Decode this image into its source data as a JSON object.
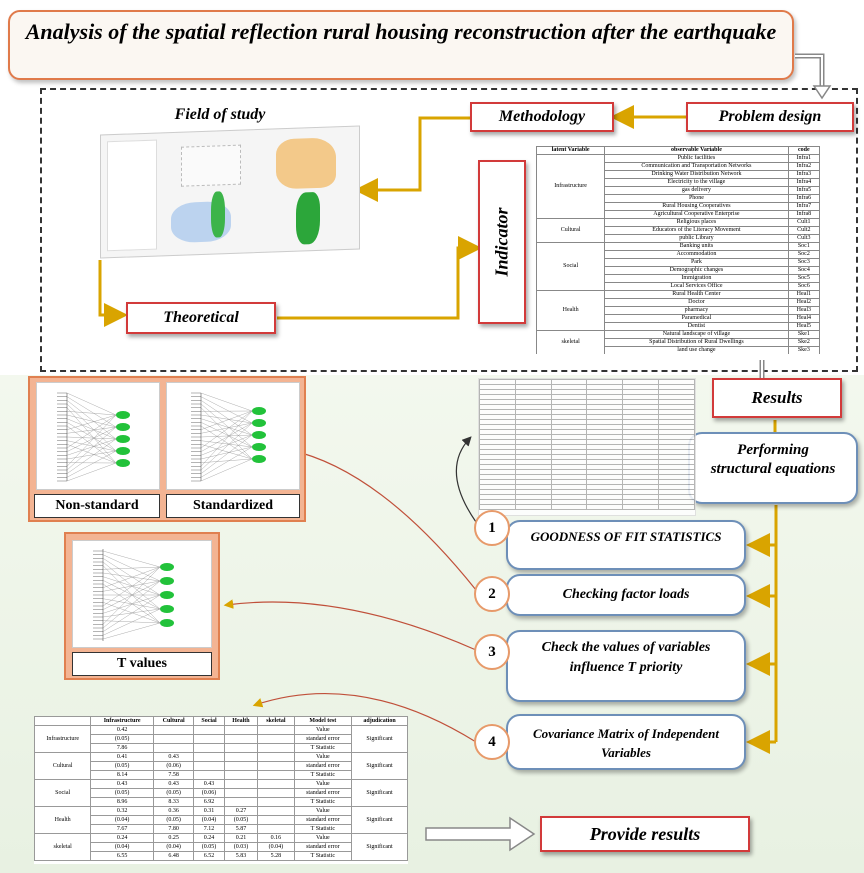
{
  "title": "Analysis of the spatial reflection rural housing reconstruction after the earthquake",
  "problem_design": "Problem design",
  "methodology": "Methodology",
  "field_of_study": "Field of study",
  "theoretical": "Theoretical",
  "indicator": "Indicator",
  "results": "Results",
  "performing": "Performing structural equations",
  "provide_results": "Provide results",
  "steps": [
    {
      "num": "1",
      "label": "GOODNESS OF FIT STATISTICS"
    },
    {
      "num": "2",
      "label": "Checking factor loads"
    },
    {
      "num": "3",
      "label": "Check the values of variables influence T priority"
    },
    {
      "num": "4",
      "label": "Covariance Matrix of Independent Variables"
    }
  ],
  "panels": {
    "nonstandard": "Non-standard",
    "standardized": "Standardized",
    "tvalues": "T values"
  },
  "indicator_table": {
    "headers": [
      "latent Variable",
      "observable Variable",
      "code"
    ],
    "groups": [
      {
        "latent": "Infrastructure",
        "rows": [
          [
            "Public facilities",
            "Infra1"
          ],
          [
            "Communication and Transportation Networks",
            "Infra2"
          ],
          [
            "Drinking Water Distribution Network",
            "Infra3"
          ],
          [
            "Electricity to the village",
            "Infra4"
          ],
          [
            "gas delivery",
            "Infra5"
          ],
          [
            "Phone",
            "Infra6"
          ],
          [
            "Rural Housing Cooperatives",
            "Infra7"
          ],
          [
            "Agricultural Cooperative Enterprise",
            "Infra8"
          ]
        ]
      },
      {
        "latent": "Cultural",
        "rows": [
          [
            "Religious places",
            "Cult1"
          ],
          [
            "Educators of the Literacy Movement",
            "Cult2"
          ],
          [
            "public Library",
            "Cult3"
          ]
        ]
      },
      {
        "latent": "Social",
        "rows": [
          [
            "Banking units",
            "Soc1"
          ],
          [
            "Accommodation",
            "Soc2"
          ],
          [
            "Park",
            "Soc3"
          ],
          [
            "Demographic changes",
            "Soc4"
          ],
          [
            "Immigration",
            "Soc5"
          ],
          [
            "Local Services Office",
            "Soc6"
          ]
        ]
      },
      {
        "latent": "Health",
        "rows": [
          [
            "Rural Health Center",
            "Heal1"
          ],
          [
            "Doctor",
            "Heal2"
          ],
          [
            "pharmacy",
            "Heal3"
          ],
          [
            "Paramedical",
            "Heal4"
          ],
          [
            "Dentist",
            "Heal5"
          ]
        ]
      },
      {
        "latent": "skeletal",
        "rows": [
          [
            "Natural landscape of village",
            "Ske1"
          ],
          [
            "Spatial Distribution of Rural Dwellings",
            "Ske2"
          ],
          [
            "land use change",
            "Ske3"
          ]
        ]
      }
    ]
  },
  "cov_table": {
    "headers": [
      "",
      "Infrastructure",
      "Cultural",
      "Social",
      "Health",
      "skeletal",
      "Model test",
      "adjudication"
    ],
    "groups": [
      {
        "name": "Infrastructure",
        "rows": [
          [
            "0.42",
            "",
            "",
            "",
            "",
            "Value"
          ],
          [
            "(0.05)",
            "",
            "",
            "",
            "",
            "standard error"
          ],
          [
            "7.86",
            "",
            "",
            "",
            "",
            "T Statistic"
          ]
        ],
        "adj": "Significant"
      },
      {
        "name": "Cultural",
        "rows": [
          [
            "0.41",
            "0.43",
            "",
            "",
            "",
            "Value"
          ],
          [
            "(0.05)",
            "(0.06)",
            "",
            "",
            "",
            "standard error"
          ],
          [
            "8.14",
            "7.58",
            "",
            "",
            "",
            "T Statistic"
          ]
        ],
        "adj": "Significant"
      },
      {
        "name": "Social",
        "rows": [
          [
            "0.43",
            "0.43",
            "0.43",
            "",
            "",
            "Value"
          ],
          [
            "(0.05)",
            "(0.05)",
            "(0.06)",
            "",
            "",
            "standard error"
          ],
          [
            "8.96",
            "8.33",
            "6.92",
            "",
            "",
            "T Statistic"
          ]
        ],
        "adj": "Significant"
      },
      {
        "name": "Health",
        "rows": [
          [
            "0.32",
            "0.36",
            "0.31",
            "0.27",
            "",
            "Value"
          ],
          [
            "(0.04)",
            "(0.05)",
            "(0.04)",
            "(0.05)",
            "",
            "standard error"
          ],
          [
            "7.67",
            "7.80",
            "7.12",
            "5.87",
            "",
            "T Statistic"
          ]
        ],
        "adj": "Significant"
      },
      {
        "name": "skeletal",
        "rows": [
          [
            "0.24",
            "0.25",
            "0.24",
            "0.21",
            "0.16",
            "Value"
          ],
          [
            "(0.04)",
            "(0.04)",
            "(0.05)",
            "(0.03)",
            "(0.04)",
            "standard error"
          ],
          [
            "6.55",
            "6.48",
            "6.52",
            "5.83",
            "5.28",
            "T Statistic"
          ]
        ],
        "adj": "Significant"
      }
    ]
  },
  "colors": {
    "accent_red": "#d23a3a",
    "arrow_gold": "#d9a400",
    "box_blue": "#6d8fb8",
    "panel_orange": "#f3b493"
  }
}
